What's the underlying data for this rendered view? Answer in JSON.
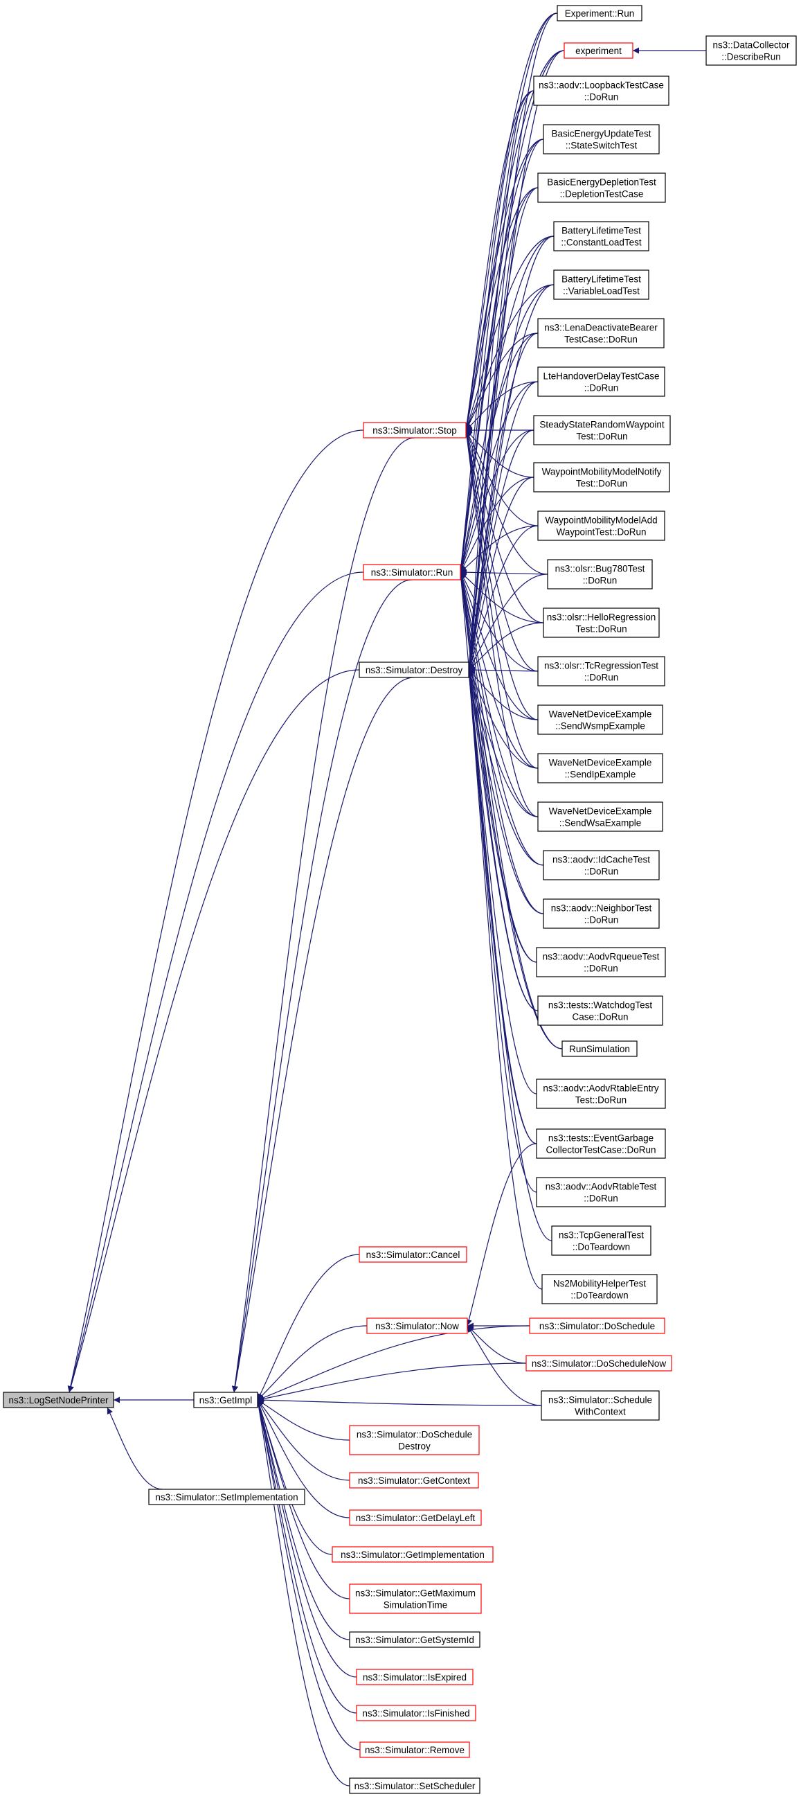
{
  "diagram": {
    "title": "",
    "colors": {
      "edge": "#191970",
      "normal_border": "#000000",
      "truncated_border": "#ff0000",
      "root_fill": "#bfbfbf",
      "node_fill": "#ffffff"
    },
    "nodes": [
      {
        "id": "root",
        "lines": [
          "ns3::LogSetNodePrinter"
        ],
        "style": "root"
      },
      {
        "id": "getimpl",
        "lines": [
          "ns3::GetImpl"
        ],
        "style": "normal"
      },
      {
        "id": "setimpl",
        "lines": [
          "ns3::Simulator::SetImplementation"
        ],
        "style": "normal"
      },
      {
        "id": "stop",
        "lines": [
          "ns3::Simulator::Stop"
        ],
        "style": "truncated"
      },
      {
        "id": "run",
        "lines": [
          "ns3::Simulator::Run"
        ],
        "style": "truncated"
      },
      {
        "id": "destroy",
        "lines": [
          "ns3::Simulator::Destroy"
        ],
        "style": "normal"
      },
      {
        "id": "cancel",
        "lines": [
          "ns3::Simulator::Cancel"
        ],
        "style": "truncated"
      },
      {
        "id": "now",
        "lines": [
          "ns3::Simulator::Now"
        ],
        "style": "truncated"
      },
      {
        "id": "doschedule_destroy",
        "lines": [
          "ns3::Simulator::DoSchedule",
          "Destroy"
        ],
        "style": "truncated"
      },
      {
        "id": "getcontext",
        "lines": [
          "ns3::Simulator::GetContext"
        ],
        "style": "truncated"
      },
      {
        "id": "getdelayleft",
        "lines": [
          "ns3::Simulator::GetDelayLeft"
        ],
        "style": "truncated"
      },
      {
        "id": "getimplementation",
        "lines": [
          "ns3::Simulator::GetImplementation"
        ],
        "style": "truncated"
      },
      {
        "id": "getmaximum",
        "lines": [
          "ns3::Simulator::GetMaximum",
          "SimulationTime"
        ],
        "style": "truncated"
      },
      {
        "id": "getsystemid",
        "lines": [
          "ns3::Simulator::GetSystemId"
        ],
        "style": "normal"
      },
      {
        "id": "isexpired",
        "lines": [
          "ns3::Simulator::IsExpired"
        ],
        "style": "truncated"
      },
      {
        "id": "isfinished",
        "lines": [
          "ns3::Simulator::IsFinished"
        ],
        "style": "truncated"
      },
      {
        "id": "remove",
        "lines": [
          "ns3::Simulator::Remove"
        ],
        "style": "truncated"
      },
      {
        "id": "setscheduler",
        "lines": [
          "ns3::Simulator::SetScheduler"
        ],
        "style": "normal"
      },
      {
        "id": "experiment_run",
        "lines": [
          "Experiment::Run"
        ],
        "style": "normal"
      },
      {
        "id": "experiment",
        "lines": [
          "experiment"
        ],
        "style": "truncated"
      },
      {
        "id": "describerun",
        "lines": [
          "ns3::DataCollector",
          "::DescribeRun"
        ],
        "style": "normal"
      },
      {
        "id": "loopback",
        "lines": [
          "ns3::aodv::LoopbackTestCase",
          "::DoRun"
        ],
        "style": "normal"
      },
      {
        "id": "basicupdate",
        "lines": [
          "BasicEnergyUpdateTest",
          "::StateSwitchTest"
        ],
        "style": "normal"
      },
      {
        "id": "basicdepletion",
        "lines": [
          "BasicEnergyDepletionTest",
          "::DepletionTestCase"
        ],
        "style": "normal"
      },
      {
        "id": "batteryconst",
        "lines": [
          "BatteryLifetimeTest",
          "::ConstantLoadTest"
        ],
        "style": "normal"
      },
      {
        "id": "batteryvar",
        "lines": [
          "BatteryLifetimeTest",
          "::VariableLoadTest"
        ],
        "style": "normal"
      },
      {
        "id": "lenadeact",
        "lines": [
          "ns3::LenaDeactivateBearer",
          "TestCase::DoRun"
        ],
        "style": "normal"
      },
      {
        "id": "ltehandover",
        "lines": [
          "LteHandoverDelayTestCase",
          "::DoRun"
        ],
        "style": "normal"
      },
      {
        "id": "steadystate",
        "lines": [
          "SteadyStateRandomWaypoint",
          "Test::DoRun"
        ],
        "style": "normal"
      },
      {
        "id": "waypointnotify",
        "lines": [
          "WaypointMobilityModelNotify",
          "Test::DoRun"
        ],
        "style": "normal"
      },
      {
        "id": "waypointadd",
        "lines": [
          "WaypointMobilityModelAdd",
          "WaypointTest::DoRun"
        ],
        "style": "normal"
      },
      {
        "id": "olsrbug",
        "lines": [
          "ns3::olsr::Bug780Test",
          "::DoRun"
        ],
        "style": "normal"
      },
      {
        "id": "olsrhello",
        "lines": [
          "ns3::olsr::HelloRegression",
          "Test::DoRun"
        ],
        "style": "normal"
      },
      {
        "id": "olsrtc",
        "lines": [
          "ns3::olsr::TcRegressionTest",
          "::DoRun"
        ],
        "style": "normal"
      },
      {
        "id": "wavewsmp",
        "lines": [
          "WaveNetDeviceExample",
          "::SendWsmpExample"
        ],
        "style": "normal"
      },
      {
        "id": "waveip",
        "lines": [
          "WaveNetDeviceExample",
          "::SendIpExample"
        ],
        "style": "normal"
      },
      {
        "id": "wavewsa",
        "lines": [
          "WaveNetDeviceExample",
          "::SendWsaExample"
        ],
        "style": "normal"
      },
      {
        "id": "idcache",
        "lines": [
          "ns3::aodv::IdCacheTest",
          "::DoRun"
        ],
        "style": "normal"
      },
      {
        "id": "neighbor",
        "lines": [
          "ns3::aodv::NeighborTest",
          "::DoRun"
        ],
        "style": "normal"
      },
      {
        "id": "rqueue",
        "lines": [
          "ns3::aodv::AodvRqueueTest",
          "::DoRun"
        ],
        "style": "normal"
      },
      {
        "id": "watchdog",
        "lines": [
          "ns3::tests::WatchdogTest",
          "Case::DoRun"
        ],
        "style": "normal"
      },
      {
        "id": "runsim",
        "lines": [
          "RunSimulation"
        ],
        "style": "normal"
      },
      {
        "id": "rtableentry",
        "lines": [
          "ns3::aodv::AodvRtableEntry",
          "Test::DoRun"
        ],
        "style": "normal"
      },
      {
        "id": "eventgarbage",
        "lines": [
          "ns3::tests::EventGarbage",
          "CollectorTestCase::DoRun"
        ],
        "style": "normal"
      },
      {
        "id": "rtable",
        "lines": [
          "ns3::aodv::AodvRtableTest",
          "::DoRun"
        ],
        "style": "normal"
      },
      {
        "id": "tcpgeneral",
        "lines": [
          "ns3::TcpGeneralTest",
          "::DoTeardown"
        ],
        "style": "normal"
      },
      {
        "id": "ns2mobility",
        "lines": [
          "Ns2MobilityHelperTest",
          "::DoTeardown"
        ],
        "style": "normal"
      },
      {
        "id": "doschedule",
        "lines": [
          "ns3::Simulator::DoSchedule"
        ],
        "style": "truncated"
      },
      {
        "id": "doschedulenow",
        "lines": [
          "ns3::Simulator::DoScheduleNow"
        ],
        "style": "truncated"
      },
      {
        "id": "schedulewithcontext",
        "lines": [
          "ns3::Simulator::Schedule",
          "WithContext"
        ],
        "style": "normal"
      }
    ],
    "edges": [
      [
        "getimpl",
        "root"
      ],
      [
        "setimpl",
        "root"
      ],
      [
        "stop",
        "root"
      ],
      [
        "run",
        "root"
      ],
      [
        "destroy",
        "root"
      ],
      [
        "cancel",
        "getimpl"
      ],
      [
        "now",
        "getimpl"
      ],
      [
        "doschedule_destroy",
        "getimpl"
      ],
      [
        "getcontext",
        "getimpl"
      ],
      [
        "getdelayleft",
        "getimpl"
      ],
      [
        "getimplementation",
        "getimpl"
      ],
      [
        "getmaximum",
        "getimpl"
      ],
      [
        "getsystemid",
        "getimpl"
      ],
      [
        "isexpired",
        "getimpl"
      ],
      [
        "isfinished",
        "getimpl"
      ],
      [
        "remove",
        "getimpl"
      ],
      [
        "setscheduler",
        "getimpl"
      ],
      [
        "stop",
        "getimpl"
      ],
      [
        "run",
        "getimpl"
      ],
      [
        "destroy",
        "getimpl"
      ],
      [
        "doschedule",
        "getimpl"
      ],
      [
        "doschedulenow",
        "getimpl"
      ],
      [
        "schedulewithcontext",
        "getimpl"
      ],
      [
        "describerun",
        "experiment"
      ],
      [
        "experiment_run",
        "stop"
      ],
      [
        "experiment",
        "stop"
      ],
      [
        "loopback",
        "stop"
      ],
      [
        "basicupdate",
        "stop"
      ],
      [
        "basicdepletion",
        "stop"
      ],
      [
        "batteryconst",
        "stop"
      ],
      [
        "batteryvar",
        "stop"
      ],
      [
        "lenadeact",
        "stop"
      ],
      [
        "ltehandover",
        "stop"
      ],
      [
        "steadystate",
        "stop"
      ],
      [
        "waypointnotify",
        "stop"
      ],
      [
        "waypointadd",
        "stop"
      ],
      [
        "olsrbug",
        "stop"
      ],
      [
        "olsrhello",
        "stop"
      ],
      [
        "olsrtc",
        "stop"
      ],
      [
        "wavewsmp",
        "stop"
      ],
      [
        "waveip",
        "stop"
      ],
      [
        "wavewsa",
        "stop"
      ],
      [
        "experiment_run",
        "run"
      ],
      [
        "experiment",
        "run"
      ],
      [
        "loopback",
        "run"
      ],
      [
        "basicupdate",
        "run"
      ],
      [
        "basicdepletion",
        "run"
      ],
      [
        "batteryconst",
        "run"
      ],
      [
        "batteryvar",
        "run"
      ],
      [
        "lenadeact",
        "run"
      ],
      [
        "ltehandover",
        "run"
      ],
      [
        "steadystate",
        "run"
      ],
      [
        "waypointnotify",
        "run"
      ],
      [
        "waypointadd",
        "run"
      ],
      [
        "olsrbug",
        "run"
      ],
      [
        "olsrhello",
        "run"
      ],
      [
        "olsrtc",
        "run"
      ],
      [
        "wavewsmp",
        "run"
      ],
      [
        "waveip",
        "run"
      ],
      [
        "wavewsa",
        "run"
      ],
      [
        "idcache",
        "run"
      ],
      [
        "neighbor",
        "run"
      ],
      [
        "rqueue",
        "run"
      ],
      [
        "watchdog",
        "run"
      ],
      [
        "runsim",
        "run"
      ],
      [
        "eventgarbage",
        "run"
      ],
      [
        "experiment_run",
        "destroy"
      ],
      [
        "experiment",
        "destroy"
      ],
      [
        "loopback",
        "destroy"
      ],
      [
        "basicupdate",
        "destroy"
      ],
      [
        "basicdepletion",
        "destroy"
      ],
      [
        "batteryconst",
        "destroy"
      ],
      [
        "batteryvar",
        "destroy"
      ],
      [
        "lenadeact",
        "destroy"
      ],
      [
        "ltehandover",
        "destroy"
      ],
      [
        "steadystate",
        "destroy"
      ],
      [
        "waypointnotify",
        "destroy"
      ],
      [
        "waypointadd",
        "destroy"
      ],
      [
        "olsrbug",
        "destroy"
      ],
      [
        "olsrhello",
        "destroy"
      ],
      [
        "olsrtc",
        "destroy"
      ],
      [
        "wavewsmp",
        "destroy"
      ],
      [
        "waveip",
        "destroy"
      ],
      [
        "wavewsa",
        "destroy"
      ],
      [
        "idcache",
        "destroy"
      ],
      [
        "neighbor",
        "destroy"
      ],
      [
        "rqueue",
        "destroy"
      ],
      [
        "watchdog",
        "destroy"
      ],
      [
        "runsim",
        "destroy"
      ],
      [
        "rtableentry",
        "destroy"
      ],
      [
        "eventgarbage",
        "destroy"
      ],
      [
        "rtable",
        "destroy"
      ],
      [
        "tcpgeneral",
        "destroy"
      ],
      [
        "ns2mobility",
        "destroy"
      ],
      [
        "doschedule",
        "now"
      ],
      [
        "doschedulenow",
        "now"
      ],
      [
        "schedulewithcontext",
        "now"
      ],
      [
        "eventgarbage",
        "now"
      ]
    ]
  }
}
